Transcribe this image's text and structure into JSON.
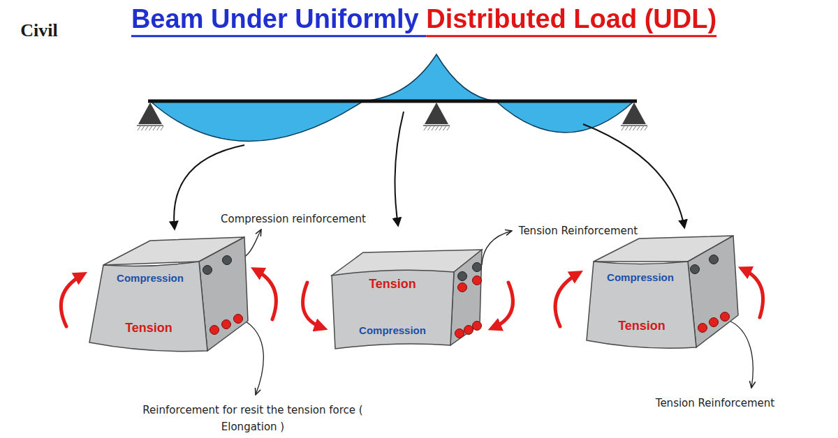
{
  "diagram": {
    "title": "Beam Under Uniformly Distributed Load (UDL)",
    "nodes": [
      {
        "text": [
          "Compression",
          "Tension"
        ]
      },
      {
        "text": [
          "Tension",
          "Compression"
        ]
      },
      {
        "text": [
          "Compression",
          "Tension"
        ]
      }
    ],
    "labels": [
      "Civil",
      "Compression reinforcement",
      "Tension Reinforcement",
      "Reinforcement for resit the tension force ( Elongation )",
      "Tension Reinforcement"
    ]
  }
}
